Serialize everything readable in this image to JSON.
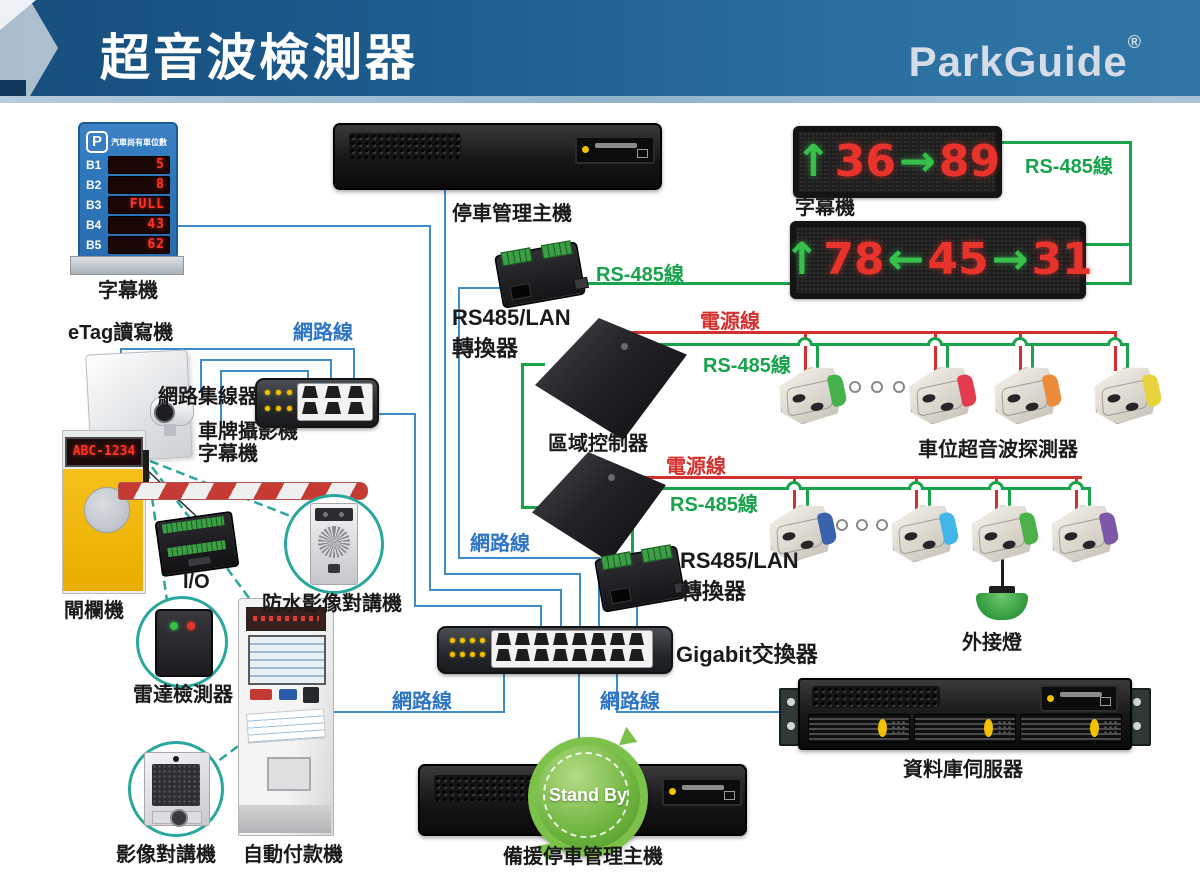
{
  "header": {
    "title": "超音波檢測器",
    "brand": "ParkGuide",
    "reg": "®"
  },
  "t": {
    "network": "網路線",
    "rs485": "RS-485線",
    "power": "電源線",
    "display_sign": "字幕機",
    "etag": "eTag讀寫機",
    "hub": "網路集線器",
    "camera": "車牌攝影機",
    "gate": "閘欄機",
    "io": "I/O",
    "waterproof": "防水影像對講機",
    "radar": "雷達檢測器",
    "intercom": "影像對講機",
    "kiosk": "自動付款機",
    "conv_line1": "RS485/LAN",
    "conv_line2": "轉換器",
    "controller": "區域控制器",
    "detectors": "車位超音波探測器",
    "lamp": "外接燈",
    "switch": "Gigabit交換器",
    "server": "停車管理主機",
    "backup": "備援停車管理主機",
    "db": "資料庫伺服器",
    "standby": "Stand By",
    "plate": "ABC-1234"
  },
  "sign": {
    "p": "P",
    "note": "汽車尚有車位數",
    "rows": [
      {
        "level": "B1",
        "value": "5"
      },
      {
        "level": "B2",
        "value": "8"
      },
      {
        "level": "B3",
        "value": "FULL"
      },
      {
        "level": "B4",
        "value": "43"
      },
      {
        "level": "B5",
        "value": "62"
      }
    ]
  },
  "displays": {
    "d1": [
      "↑",
      "36",
      "→",
      "89"
    ],
    "d2": [
      "↑",
      "78",
      "←",
      "45",
      "→",
      "31"
    ]
  },
  "detectors": {
    "row1_colors": [
      "#45b24b",
      "#e23c4e",
      "#eb8b3a",
      "#e8d23e"
    ],
    "row2_colors": [
      "#3a62ad",
      "#41b6e8",
      "#4db04a",
      "#7d58a8"
    ]
  },
  "colors": {
    "line_blue": "#3f8ccd",
    "line_green": "#1aa24c",
    "line_red": "#d3312e",
    "teal_dashed": "#2aa79b",
    "header_blue": "#1d5c8f",
    "gate_yellow": "#f0b400",
    "led_red": "#ff3326"
  }
}
